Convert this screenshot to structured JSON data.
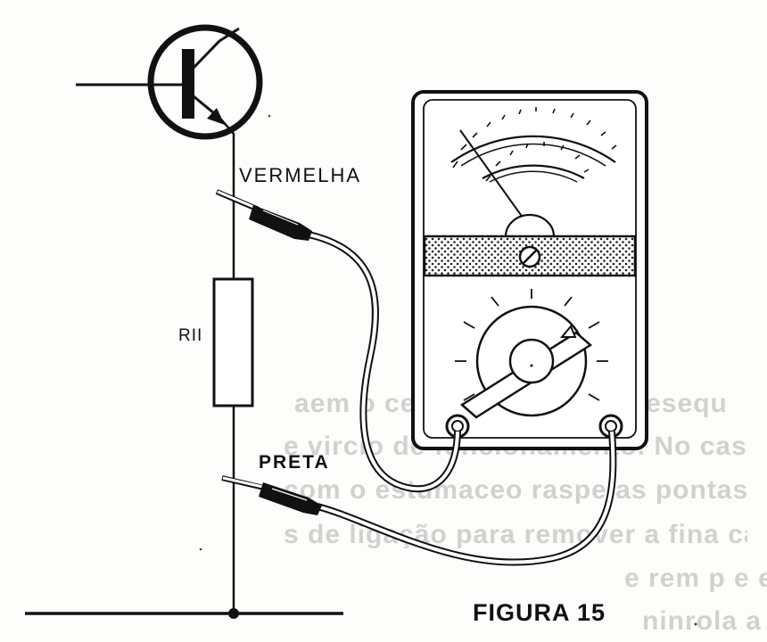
{
  "labels": {
    "red_lead": "VERMELHA",
    "black_lead": "PRETA",
    "resistor": "RII",
    "figure": "FIGURA 15"
  },
  "background_text": [
    "aem o cesso implica em desequ",
    "e vircio de funcionamento. No caso d",
    "com o estumaceo raspe as pontas ne",
    "s de ligação para remover a fina ca",
    "e rem p e estante que o recobre. No caso",
    "ninrola a duma rnpieses ingiensne"
  ],
  "colors": {
    "ink": "#111111",
    "background": "#fdfdfb",
    "ghost_text": "#9c9c9c"
  },
  "icons": {
    "transistor": "npn-transistor-symbol",
    "meter": "analog-multimeter",
    "selector": "rotary-range-selector",
    "probe": "test-probe"
  }
}
